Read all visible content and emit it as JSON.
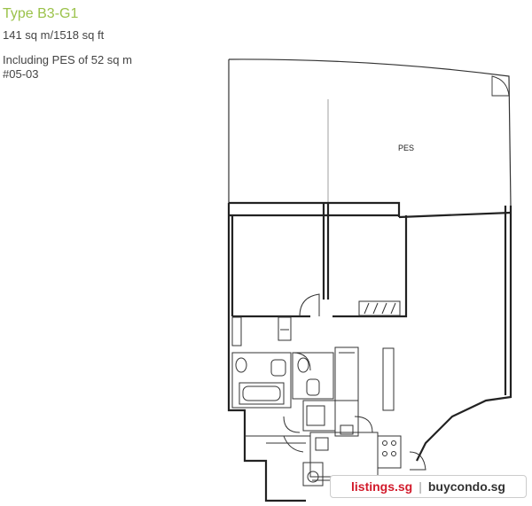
{
  "unit": {
    "type": "Type B3-G1",
    "area": "141 sq m/1518 sq ft",
    "pes_note": "Including PES of 52 sq m",
    "unit_no": "#05-03"
  },
  "plan": {
    "pes_label": "PES"
  },
  "watermark": {
    "site_a": "listings.sg",
    "separator": "|",
    "site_b": "buycondo.sg"
  }
}
